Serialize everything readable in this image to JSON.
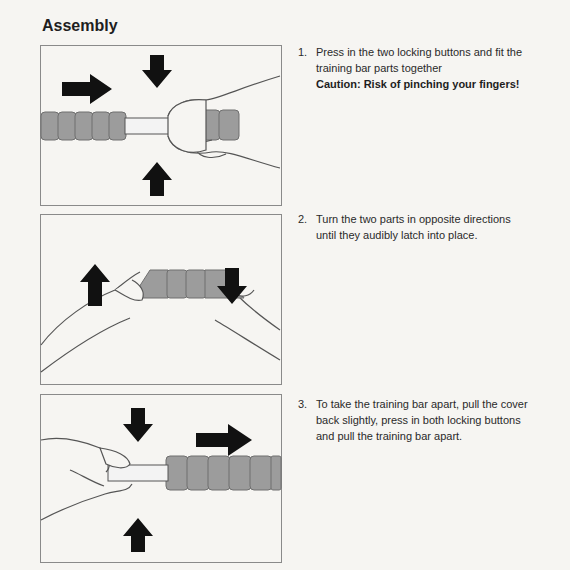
{
  "diagram": {
    "title": "Assembly",
    "labels": [
      "1.",
      "Press in the two locking buttons and fit the training bar parts together",
      "Caution: Risk of pinching your fingers!",
      "2.",
      "Turn the two parts in opposite directions until they audibly latch into place.",
      "3.",
      "To take the training bar apart, pull the cover back slightly, press in both locking buttons and pull the training bar apart."
    ]
  }
}
